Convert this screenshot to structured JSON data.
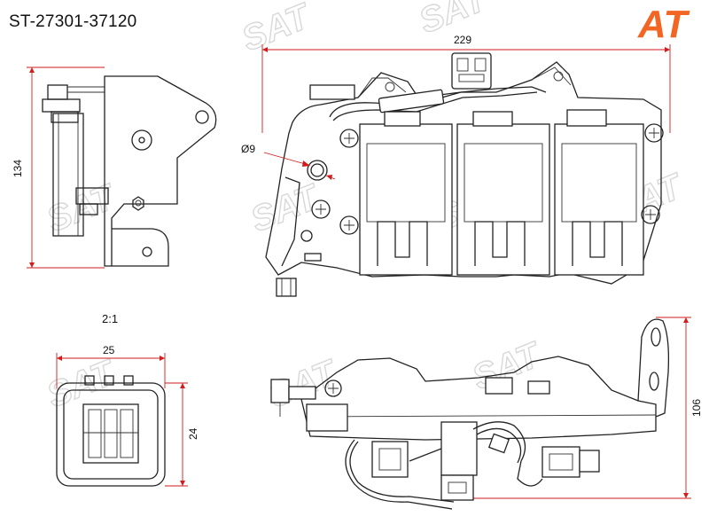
{
  "title": {
    "part_number": "ST-27301-37120"
  },
  "scale": {
    "label": "2:1"
  },
  "brand": {
    "logo_text": "AT",
    "logo_color": "#f26522",
    "watermark_text": "SAT"
  },
  "dimensions": {
    "width_top": "229",
    "height_side": "134",
    "diameter": "Ø9",
    "connector_width": "25",
    "connector_height": "24",
    "height_bottom": "106"
  },
  "colors": {
    "dimension_line": "#d21b1b",
    "outline": "#222222"
  }
}
